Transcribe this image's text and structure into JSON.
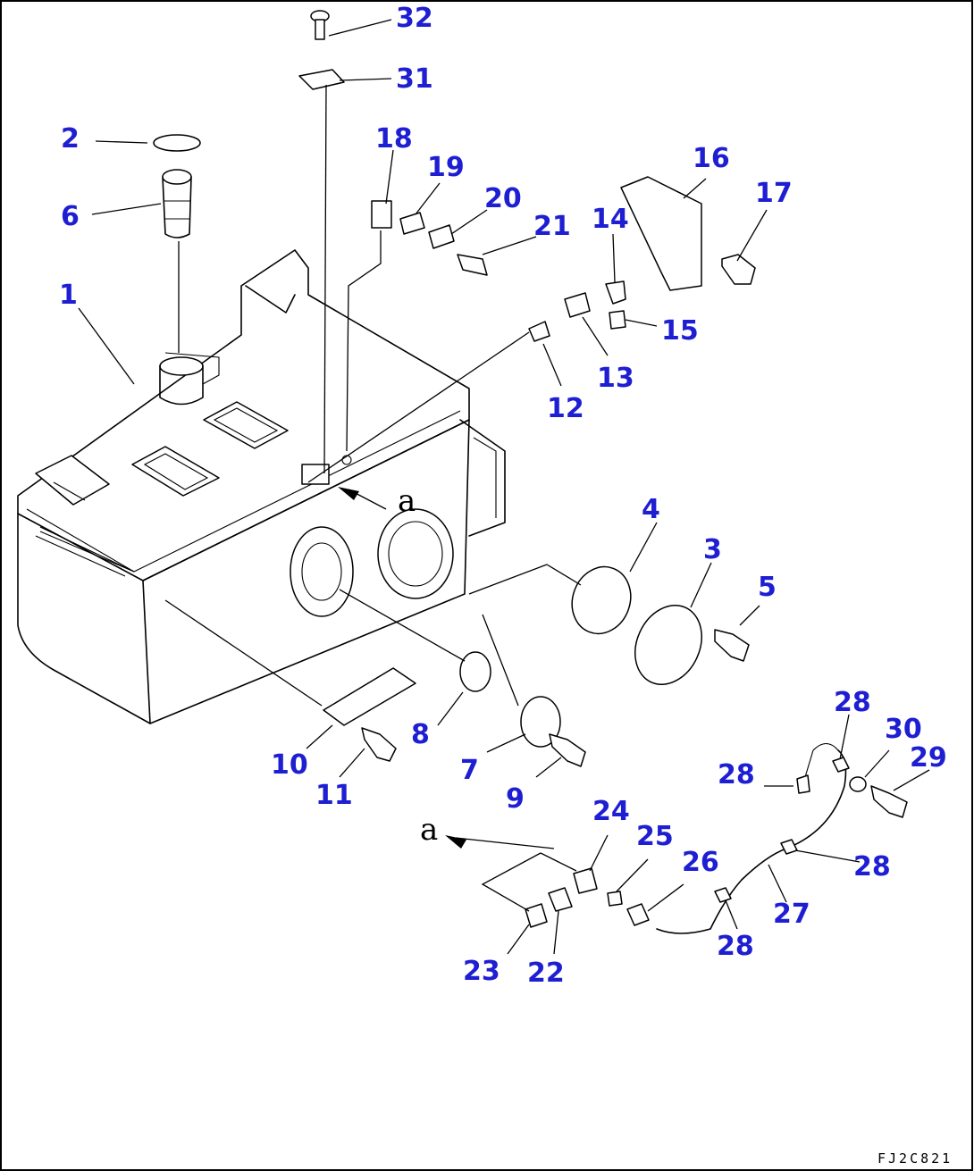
{
  "diagram": {
    "drawing_code": "FJ2C821",
    "view_marker": "a",
    "callouts": [
      "1",
      "2",
      "3",
      "4",
      "5",
      "6",
      "7",
      "8",
      "9",
      "10",
      "11",
      "12",
      "13",
      "14",
      "15",
      "16",
      "17",
      "18",
      "19",
      "20",
      "21",
      "22",
      "23",
      "24",
      "25",
      "26",
      "27",
      "28",
      "29",
      "30",
      "31",
      "32"
    ],
    "repeated_callout": "28"
  }
}
